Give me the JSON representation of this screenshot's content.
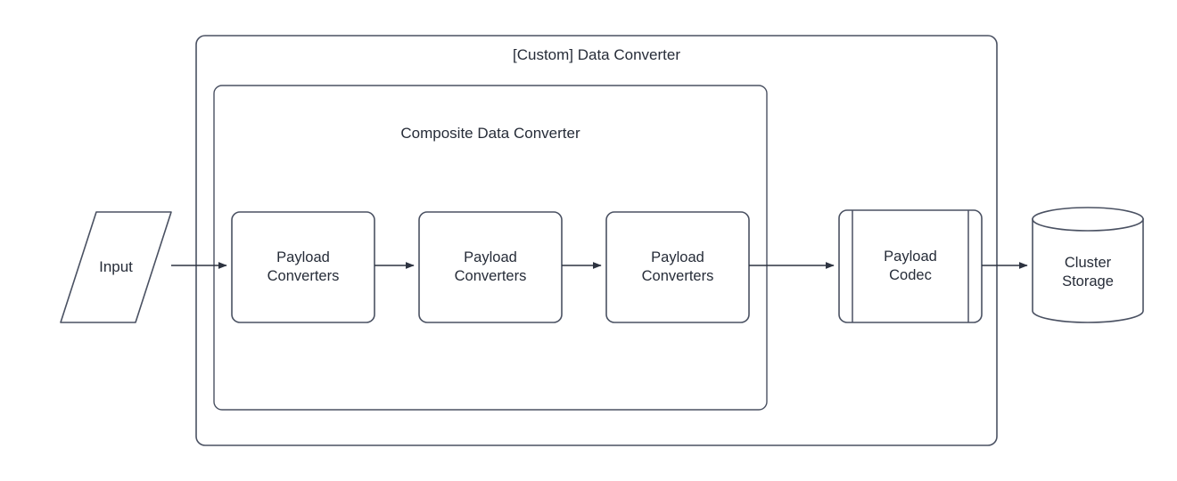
{
  "diagram": {
    "type": "flowchart",
    "background_color": "#ffffff",
    "stroke_color": "#4a5162",
    "text_color": "#262c38",
    "containers": [
      {
        "id": "custom-data-converter",
        "label": "[Custom] Data Converter",
        "shape": "rounded-rectangle"
      },
      {
        "id": "composite-data-converter",
        "label": "Composite Data Converter",
        "shape": "rounded-rectangle"
      }
    ],
    "nodes": [
      {
        "id": "input",
        "label": "Input",
        "shape": "parallelogram"
      },
      {
        "id": "payload-converters-1",
        "label": "Payload\nConverters",
        "shape": "rounded-rectangle"
      },
      {
        "id": "payload-converters-2",
        "label": "Payload\nConverters",
        "shape": "rounded-rectangle"
      },
      {
        "id": "payload-converters-3",
        "label": "Payload\nConverters",
        "shape": "rounded-rectangle"
      },
      {
        "id": "payload-codec",
        "label": "Payload\nCodec",
        "shape": "predefined-process"
      },
      {
        "id": "cluster-storage",
        "label": "Cluster\nStorage",
        "shape": "cylinder"
      }
    ],
    "edges": [
      {
        "from": "input",
        "to": "payload-converters-1",
        "arrow": "single"
      },
      {
        "from": "payload-converters-1",
        "to": "payload-converters-2",
        "arrow": "single"
      },
      {
        "from": "payload-converters-2",
        "to": "payload-converters-3",
        "arrow": "single"
      },
      {
        "from": "payload-converters-3",
        "to": "payload-codec",
        "arrow": "single"
      },
      {
        "from": "payload-codec",
        "to": "cluster-storage",
        "arrow": "single"
      }
    ]
  }
}
